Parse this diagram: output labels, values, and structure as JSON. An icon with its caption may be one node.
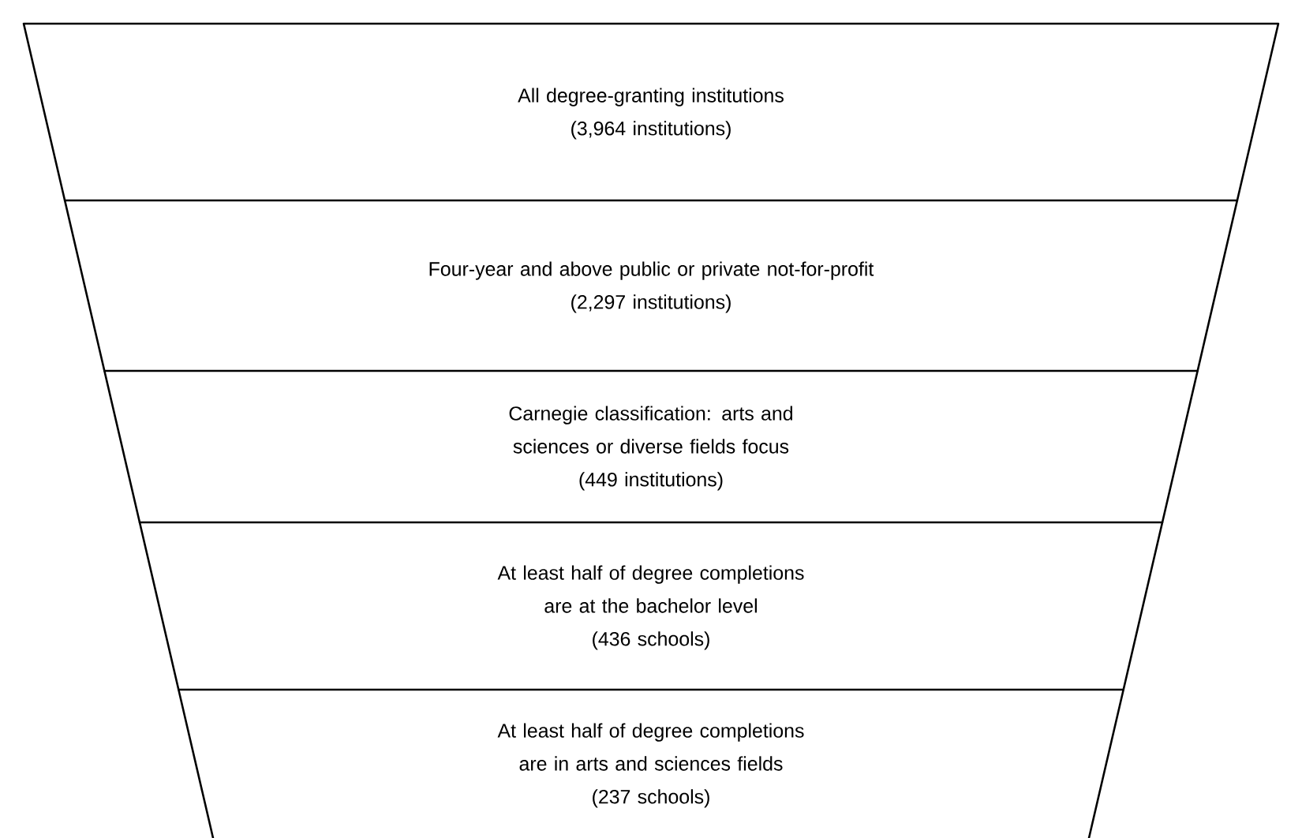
{
  "diagram": {
    "nodes": [
      {
        "text": [
          "All degree-granting institutions",
          "(3,964 institutions)"
        ]
      },
      {
        "text": [
          "Four-year and above public or private not-for-profit",
          "(2,297 institutions)"
        ]
      },
      {
        "text": [
          "Carnegie classification: arts and sciences or diverse fields focus",
          "(449 institutions)"
        ]
      },
      {
        "text": [
          "At least half of degree completions are at the bachelor level",
          "(436 schools)"
        ]
      },
      {
        "text": [
          "At least half of degree completions are in arts and sciences fields",
          "(237 schools)"
        ]
      }
    ]
  }
}
